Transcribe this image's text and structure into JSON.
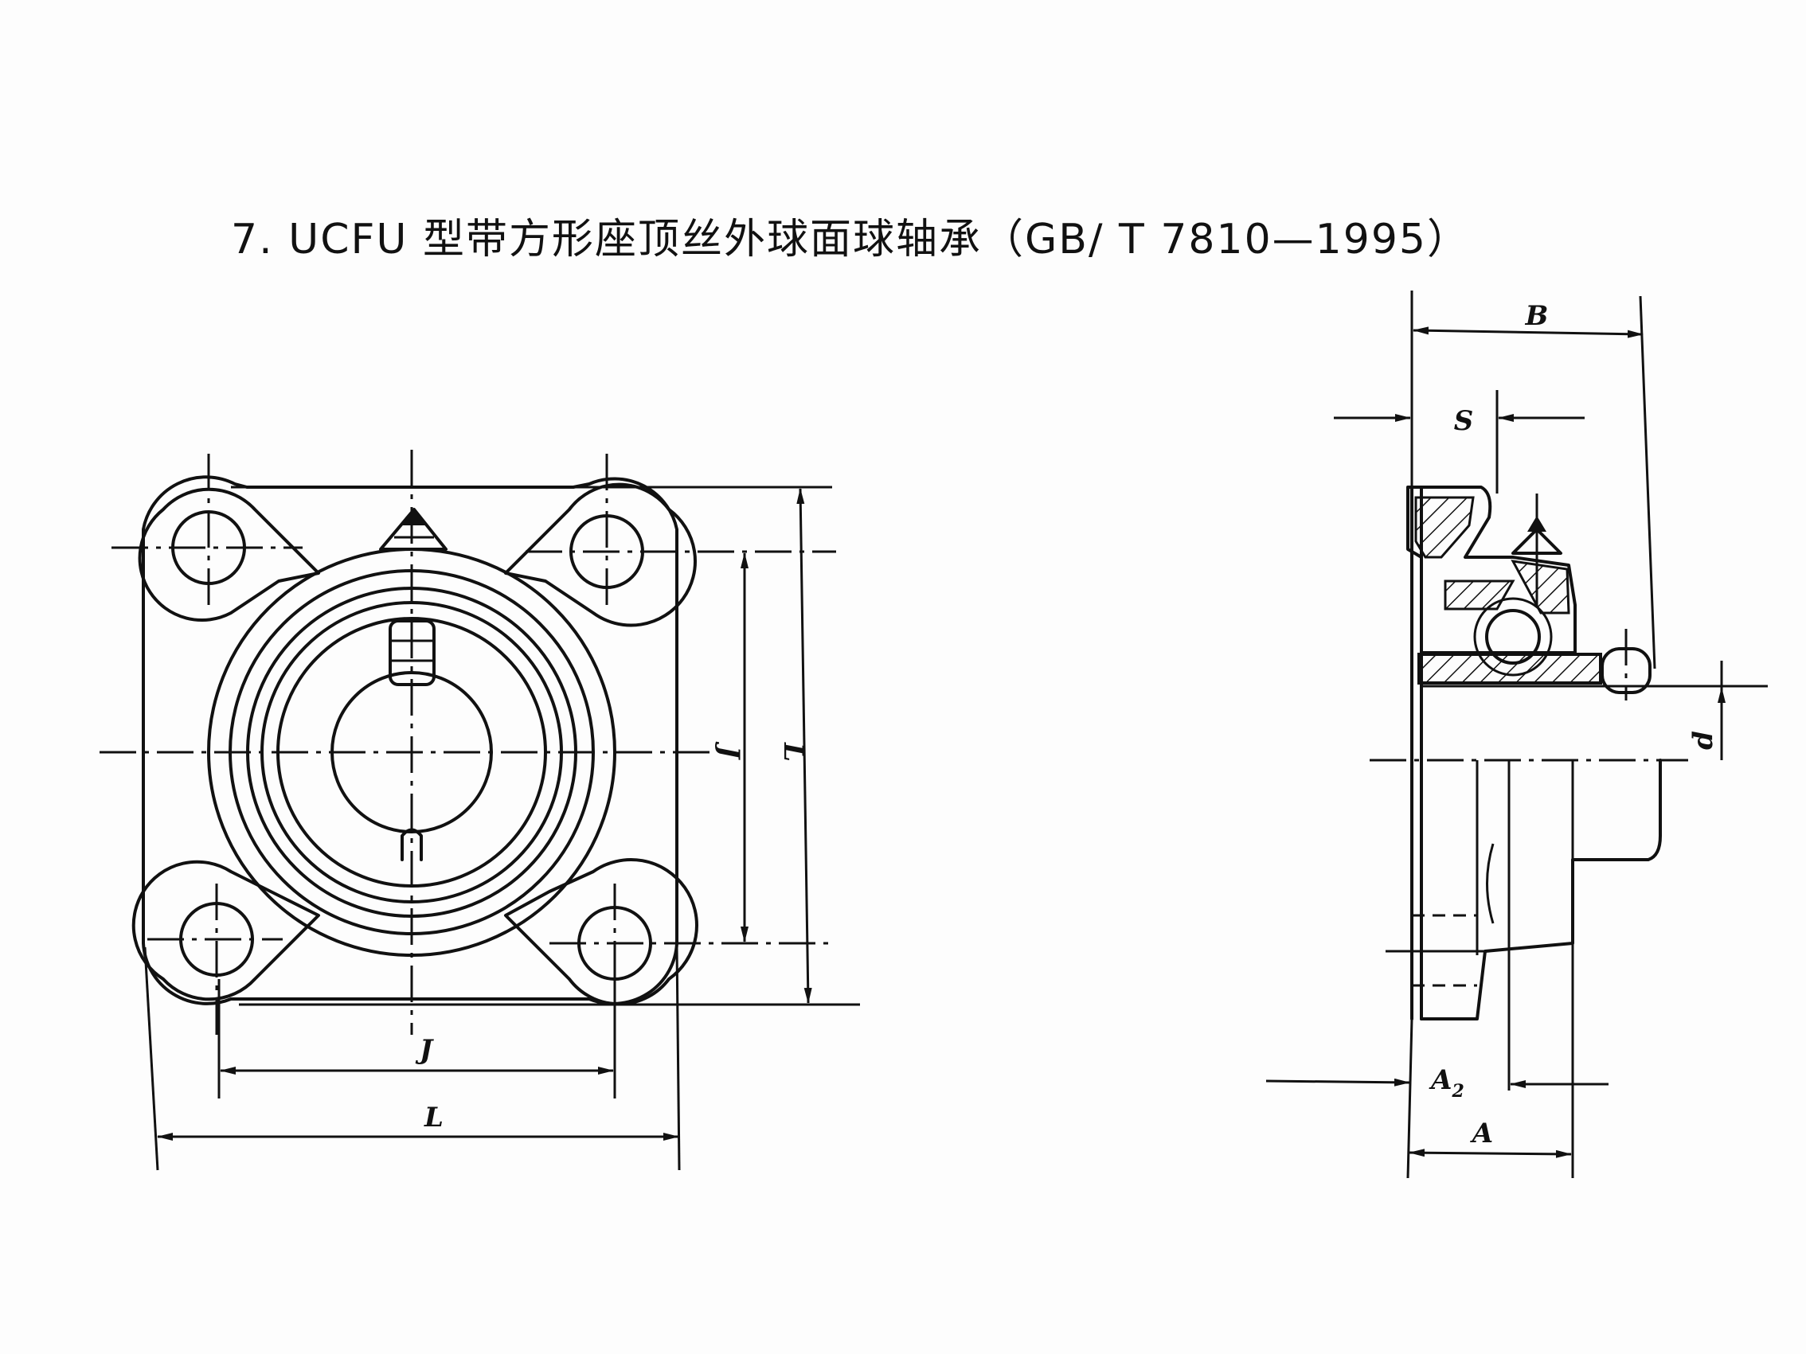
{
  "title": "7. UCFU 型带方形座顶丝外球面球轴承（GB/ T 7810—1995）",
  "front_view": {
    "dim_j_horizontal": "J",
    "dim_l_horizontal": "L",
    "dim_j_vertical": "J",
    "dim_l_vertical": "L"
  },
  "side_view": {
    "dim_b": "B",
    "dim_s": "S",
    "dim_d": "d",
    "dim_a2": "A",
    "dim_a2_sub": "2",
    "dim_a": "A"
  }
}
